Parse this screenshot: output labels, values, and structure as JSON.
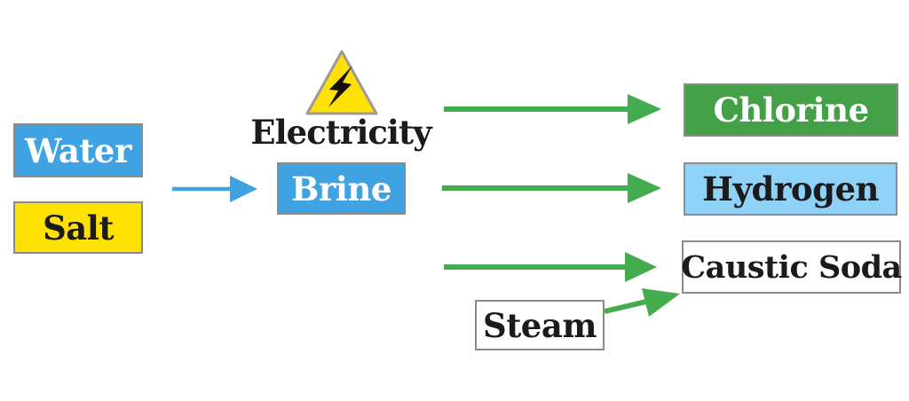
{
  "diagram": {
    "nodes": {
      "water": {
        "label": "Water",
        "fill": "#3fa2e3",
        "text_color": "#ffffff"
      },
      "salt": {
        "label": "Salt",
        "fill": "#ffe003",
        "text_color": "#1b1b1b"
      },
      "electricity": {
        "label": "Electricity",
        "icon": "lightning-warning-triangle-icon",
        "text_color": "#1b1b1b"
      },
      "brine": {
        "label": "Brine",
        "fill": "#3fa2e3",
        "text_color": "#ffffff"
      },
      "chlorine": {
        "label": "Chlorine",
        "fill": "#43a047",
        "text_color": "#ffffff"
      },
      "hydrogen": {
        "label": "Hydrogen",
        "fill": "#8ed3f7",
        "text_color": "#1b1b1b"
      },
      "caustic_soda": {
        "label": "Caustic Soda",
        "fill": "#ffffff",
        "text_color": "#1b1b1b"
      },
      "steam": {
        "label": "Steam",
        "fill": "#ffffff",
        "text_color": "#1b1b1b"
      }
    },
    "edges": [
      {
        "from": "water_and_salt",
        "to": "brine",
        "color": "#3fa2e3"
      },
      {
        "from": "brine",
        "to": "chlorine",
        "color": "#44ab4e"
      },
      {
        "from": "brine",
        "to": "hydrogen",
        "color": "#44ab4e"
      },
      {
        "from": "brine",
        "to": "caustic_soda",
        "color": "#44ab4e"
      },
      {
        "from": "steam",
        "to": "caustic_soda",
        "color": "#44ab4e"
      }
    ],
    "colors": {
      "arrow_blue": "#3fa2e3",
      "arrow_green": "#44ab4e",
      "box_border": "#8b8b8b",
      "triangle_yellow": "#ffe003",
      "triangle_border": "#9a9a9a",
      "bolt_black": "#111111"
    }
  }
}
